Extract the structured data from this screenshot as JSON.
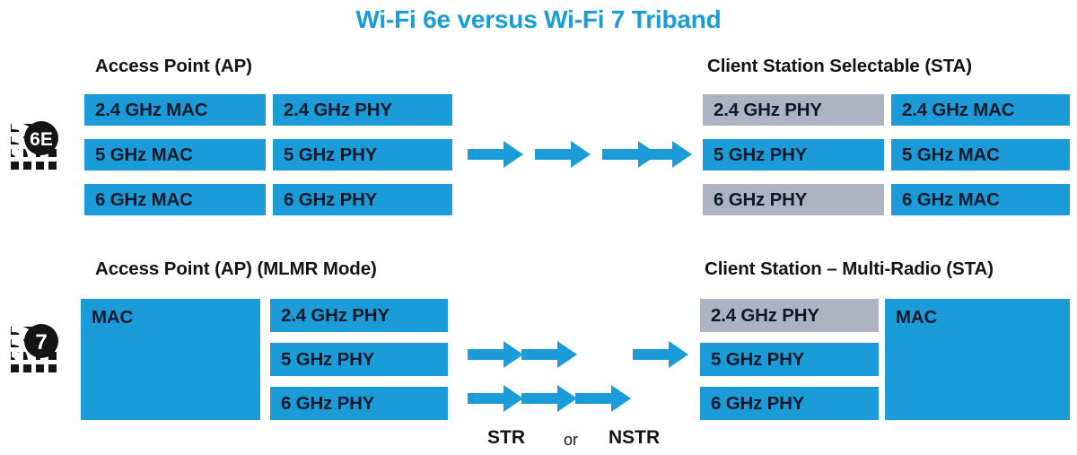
{
  "title": "Wi-Fi 6e versus Wi-Fi 7 Triband",
  "brand": {
    "accent_blue": "#1B9CD8",
    "inactive_gray": "#ADB3C0",
    "text_dark": "#0B1A2B",
    "title_blue": "#1B9CD8"
  },
  "rows": {
    "wifi6e": {
      "badge_label": "6E",
      "badge_icon": "wifi-6e-certified-icon",
      "ap": {
        "header": "Access Point (AP)",
        "mac_column": [
          {
            "label": "2.4 GHz MAC",
            "state": "active"
          },
          {
            "label": "5 GHz MAC",
            "state": "active"
          },
          {
            "label": "6 GHz MAC",
            "state": "active"
          }
        ],
        "phy_column": [
          {
            "label": "2.4 GHz PHY",
            "state": "active"
          },
          {
            "label": "5 GHz PHY",
            "state": "active"
          },
          {
            "label": "6 GHz PHY",
            "state": "active"
          }
        ]
      },
      "link": {
        "arrow_count": 4,
        "arrow_icon": "right-arrow-icon",
        "caption": ""
      },
      "sta": {
        "header": "Client Station Selectable (STA)",
        "phy_column": [
          {
            "label": "2.4 GHz PHY",
            "state": "inactive"
          },
          {
            "label": "5 GHz PHY",
            "state": "active"
          },
          {
            "label": "6 GHz PHY",
            "state": "inactive"
          }
        ],
        "mac_column": [
          {
            "label": "2.4 GHz MAC",
            "state": "active"
          },
          {
            "label": "5 GHz MAC",
            "state": "active"
          },
          {
            "label": "6 GHz MAC",
            "state": "active"
          }
        ]
      }
    },
    "wifi7": {
      "badge_label": "7",
      "badge_icon": "wifi-7-certified-icon",
      "ap": {
        "header": "Access Point (AP) (MLMR Mode)",
        "mac_block": {
          "label": "MAC",
          "state": "active"
        },
        "phy_column": [
          {
            "label": "2.4 GHz PHY",
            "state": "active"
          },
          {
            "label": "5 GHz PHY",
            "state": "active"
          },
          {
            "label": "6 GHz PHY",
            "state": "active"
          }
        ]
      },
      "link": {
        "arrow_icon": "right-arrow-icon",
        "upper_row_arrows": 3,
        "lower_row_arrows": 3,
        "caption_str": "STR",
        "caption_or": "or",
        "caption_nstr": "NSTR"
      },
      "sta": {
        "header": "Client Station – Multi-Radio (STA)",
        "phy_column": [
          {
            "label": "2.4 GHz PHY",
            "state": "inactive"
          },
          {
            "label": "5 GHz PHY",
            "state": "active"
          },
          {
            "label": "6 GHz PHY",
            "state": "active"
          }
        ],
        "mac_block": {
          "label": "MAC",
          "state": "active"
        }
      }
    }
  }
}
